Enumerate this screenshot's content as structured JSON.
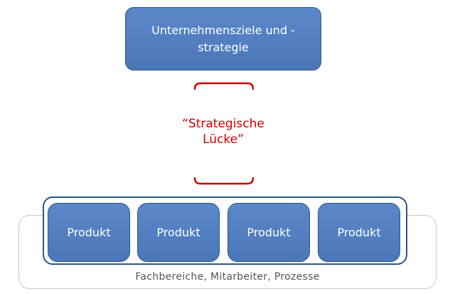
{
  "top": {
    "line1": "Unternehmensziele und -",
    "line2": "strategie"
  },
  "gap": {
    "line1": "“Strategische",
    "line2": "Lücke”",
    "color": "#cc0000"
  },
  "products": [
    "Produkt",
    "Produkt",
    "Produkt",
    "Produkt"
  ],
  "org": {
    "label": "Fachbereiche, Mitarbeiter, Prozesse"
  },
  "colors": {
    "box_fill": "#4f81bd",
    "box_border": "#2e5585",
    "frame_border": "#c9c9c9"
  }
}
